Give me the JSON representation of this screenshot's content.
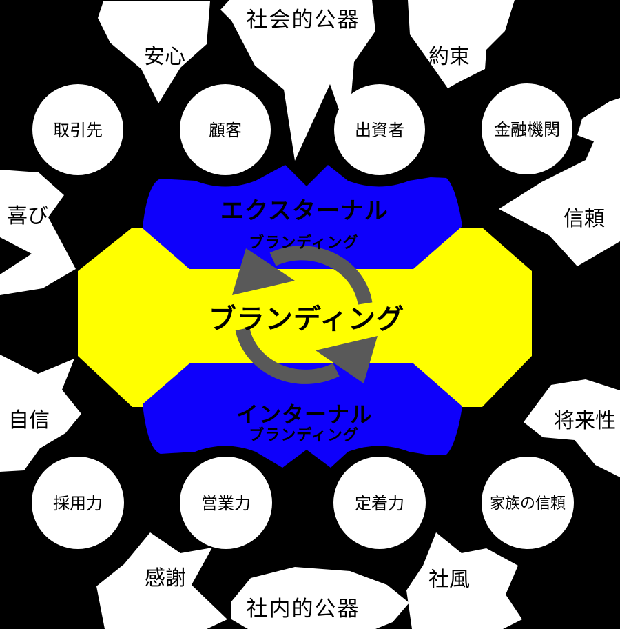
{
  "diagram": {
    "center": {
      "label": "ブランディング"
    },
    "external": {
      "title": "エクスターナル",
      "subtitle": "ブランディング"
    },
    "internal": {
      "title": "インターナル",
      "subtitle": "ブランディング"
    },
    "colors": {
      "background": "#000000",
      "band_yellow": "#ffff00",
      "ribbon_blue": "#0e00fb",
      "arrow_gray": "#595959",
      "bubble_white": "#ffffff",
      "text_black": "#000000"
    },
    "circles": [
      {
        "label": "取引先"
      },
      {
        "label": "顧客"
      },
      {
        "label": "出資者"
      },
      {
        "label": "金融機関"
      },
      {
        "label": "採用力"
      },
      {
        "label": "営業力"
      },
      {
        "label": "定着力"
      },
      {
        "label": "家族の信頼"
      }
    ],
    "callouts": [
      {
        "label": "社会的公器"
      },
      {
        "label": "安心"
      },
      {
        "label": "約束"
      },
      {
        "label": "喜び"
      },
      {
        "label": "信頼"
      },
      {
        "label": "自信"
      },
      {
        "label": "将来性"
      },
      {
        "label": "感謝"
      },
      {
        "label": "社風"
      },
      {
        "label": "社内的公器"
      }
    ]
  }
}
